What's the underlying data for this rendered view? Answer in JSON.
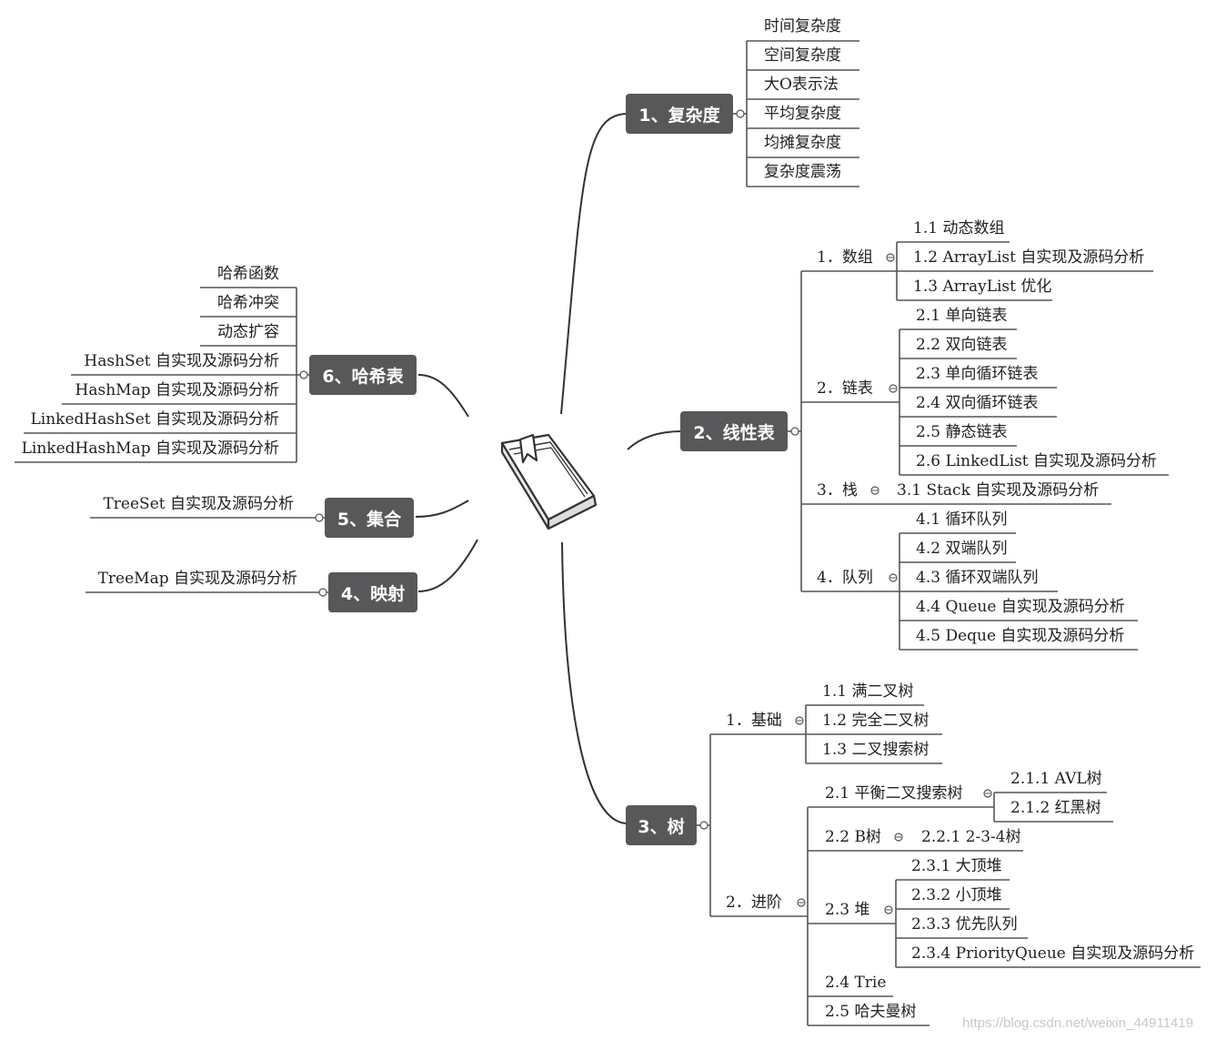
{
  "center_icon": "book-icon",
  "branches": {
    "complexity": {
      "title": "1、复杂度",
      "items": [
        "时间复杂度",
        "空间复杂度",
        "大O表示法",
        "平均复杂度",
        "均摊复杂度",
        "复杂度震荡"
      ]
    },
    "linear": {
      "title": "2、线性表",
      "array": {
        "label": "1．数组",
        "items": [
          "1.1 动态数组",
          "1.2 ArrayList 自实现及源码分析",
          "1.3 ArrayList 优化"
        ]
      },
      "linked": {
        "label": "2．链表",
        "items": [
          "2.1 单向链表",
          "2.2 双向链表",
          "2.3 单向循环链表",
          "2.4 双向循环链表",
          "2.5 静态链表",
          "2.6 LinkedList 自实现及源码分析"
        ]
      },
      "stack": {
        "label": "3．栈",
        "items": [
          "3.1 Stack 自实现及源码分析"
        ]
      },
      "queue": {
        "label": "4．队列",
        "items": [
          "4.1 循环队列",
          "4.2 双端队列",
          "4.3 循环双端队列",
          "4.4 Queue 自实现及源码分析",
          "4.5 Deque 自实现及源码分析"
        ]
      }
    },
    "tree": {
      "title": "3、树",
      "basic": {
        "label": "1．基础",
        "items": [
          "1.1 满二叉树",
          "1.2 完全二叉树",
          "1.3 二叉搜索树"
        ]
      },
      "advanced": {
        "label": "2．进阶",
        "balanced": {
          "label": "2.1 平衡二叉搜索树",
          "items": [
            "2.1.1 AVL树",
            "2.1.2 红黑树"
          ]
        },
        "btree": {
          "label": "2.2 B树",
          "items": [
            "2.2.1 2-3-4树"
          ]
        },
        "heap": {
          "label": "2.3 堆",
          "items": [
            "2.3.1 大顶堆",
            "2.3.2 小顶堆",
            "2.3.3 优先队列",
            "2.3.4 PriorityQueue 自实现及源码分析"
          ]
        },
        "trie": "2.4 Trie",
        "huffman": "2.5 哈夫曼树"
      }
    },
    "hash": {
      "title": "6、哈希表",
      "items": [
        "哈希函数",
        "哈希冲突",
        "动态扩容",
        "HashSet 自实现及源码分析",
        "HashMap 自实现及源码分析",
        "LinkedHashSet 自实现及源码分析",
        "LinkedHashMap 自实现及源码分析"
      ]
    },
    "set": {
      "title": "5、集合",
      "items": [
        "TreeSet 自实现及源码分析"
      ]
    },
    "map": {
      "title": "4、映射",
      "items": [
        "TreeMap 自实现及源码分析"
      ]
    }
  },
  "watermark": "https://blog.csdn.net/weixin_44911419"
}
